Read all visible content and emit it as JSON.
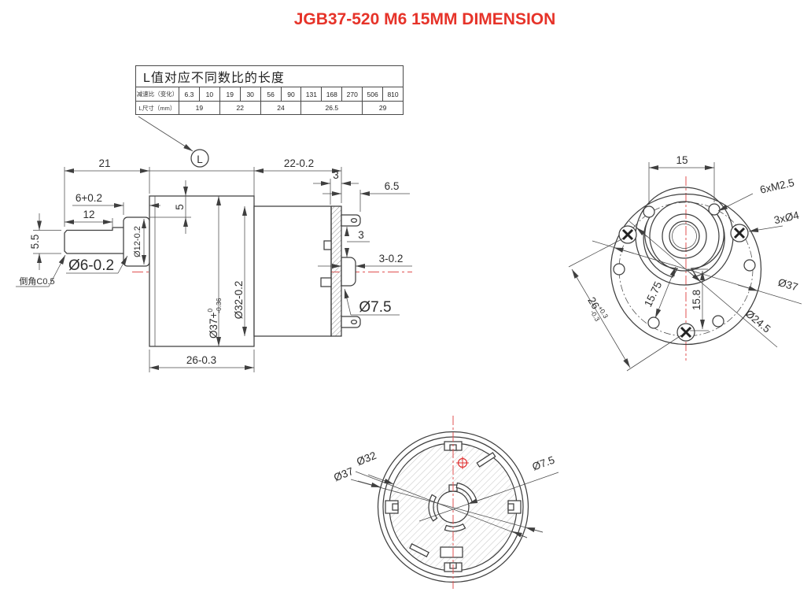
{
  "title": {
    "text": "JGB37-520 M6 15MM DIMENSION"
  },
  "table": {
    "caption": "L值对应不同数比的长度",
    "ratio_header": "减速比（变化）",
    "length_header": "L尺寸（mm）",
    "ratios": [
      "6.3",
      "10",
      "19",
      "30",
      "56",
      "90",
      "131",
      "168",
      "270",
      "506",
      "810"
    ],
    "lengths": [
      "19",
      "22",
      "24",
      "26.5",
      "29"
    ]
  },
  "side_view": {
    "length_left": "21",
    "length_label": "L",
    "length_right": "22-0.2",
    "cap_thickness": "3",
    "terminal_length": "6.5",
    "hub_width": "6+0.2",
    "flat_length": "12",
    "shaft_flat_height": "5.5",
    "face_depth": "5",
    "hub_dia": "Ø12-0.2",
    "shaft_dia": "Ø6-0.2",
    "chamfer": "倒角C0.5",
    "gear_dia_base": "Ø37+",
    "gear_dia_up": "0",
    "gear_dia_dn": "-0.36",
    "motor_dia": "Ø32-0.2",
    "terminal_gap": "3",
    "boss_thickness": "3-0.2",
    "boss_dia": "Ø7.5",
    "gearbox_length": "26-0.3"
  },
  "front_view": {
    "hole_chord": "15",
    "tap_holes": "6xM2.5",
    "thru_holes": "3xØ4",
    "hole_radius": "15.75",
    "screw_offset": "15.8",
    "mount_base": "26",
    "mount_up": "+0.3",
    "mount_dn": "-0.3",
    "outer_dia": "Ø37",
    "boss_circle_dia": "Ø24.5"
  },
  "bottom_view": {
    "body_dia": "Ø32",
    "outer_dia": "Ø37",
    "shaft_hole_dia": "Ø7.5"
  },
  "colors": {
    "accent_red": "#e63329",
    "centerline": "#e05050",
    "line": "#3f3f3f"
  }
}
